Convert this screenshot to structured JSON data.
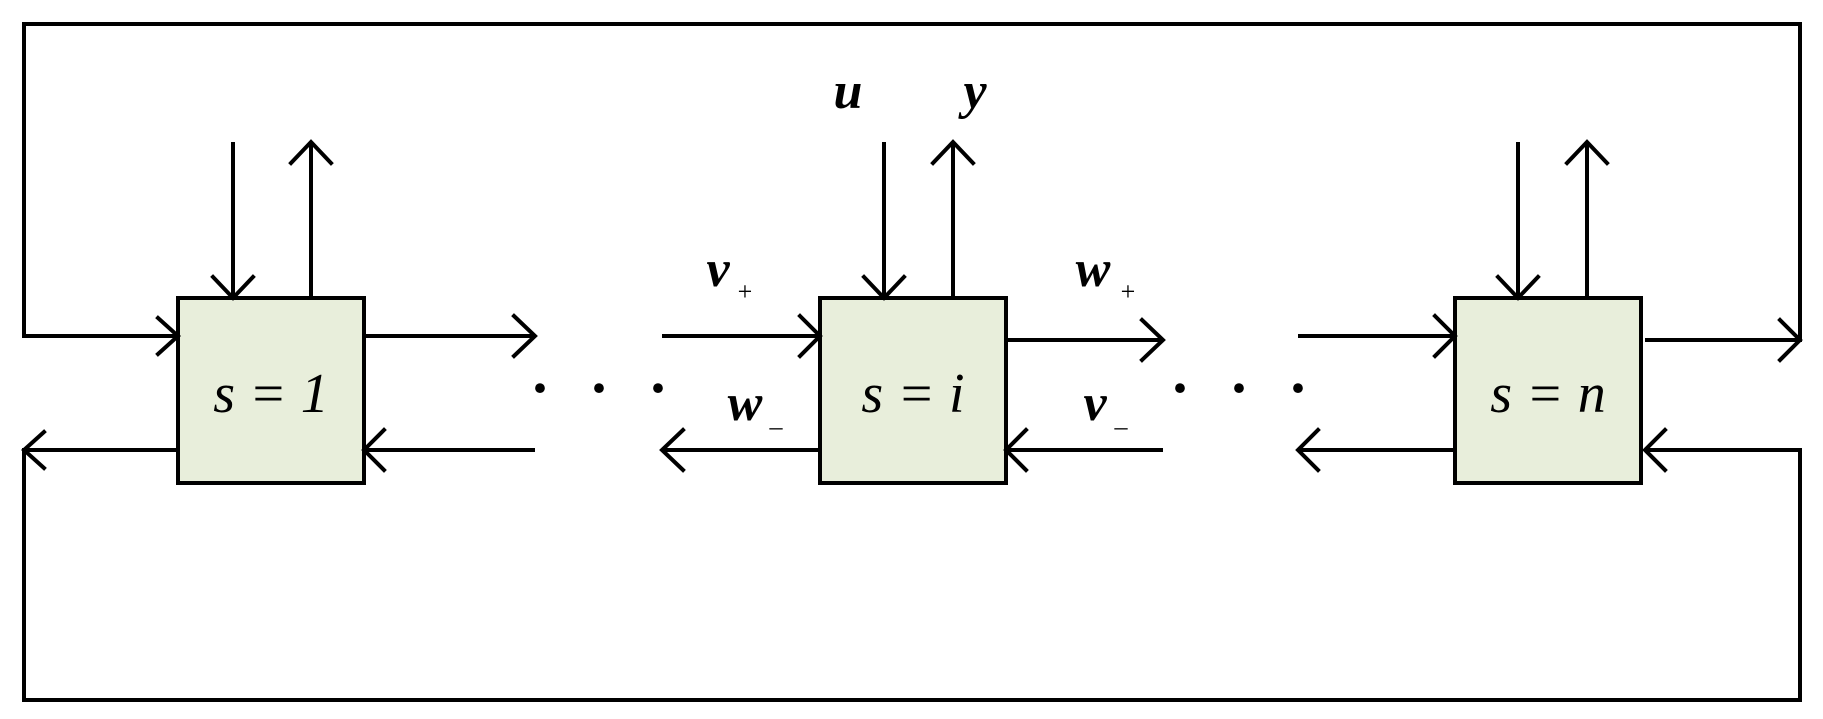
{
  "colors": {
    "block_fill": "#e8eedb",
    "stroke": "#000000",
    "background": "#ffffff"
  },
  "blocks": [
    {
      "id": "block-1",
      "label": "s = 1"
    },
    {
      "id": "block-i",
      "label": "s = i"
    },
    {
      "id": "block-n",
      "label": "s = n"
    }
  ],
  "signals": {
    "u": "u",
    "y": "y",
    "v_plus": {
      "base": "v",
      "sub": "+"
    },
    "w_plus": {
      "base": "w",
      "sub": "+"
    },
    "w_minus": {
      "base": "w",
      "sub": "–"
    },
    "v_minus": {
      "base": "v",
      "sub": "–"
    }
  },
  "ellipses": [
    "· · ·",
    "· · ·"
  ]
}
